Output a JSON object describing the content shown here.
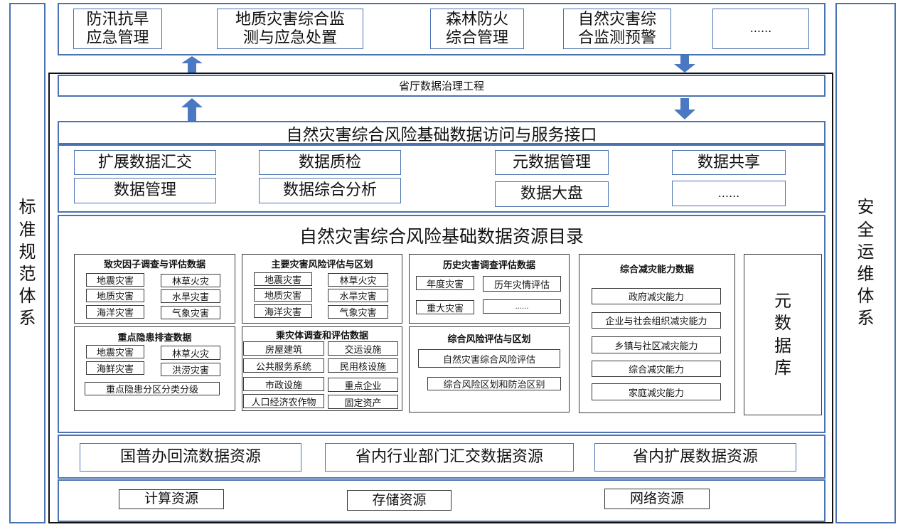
{
  "left_side": [
    "标",
    "准",
    "规",
    "范",
    "体",
    "系"
  ],
  "right_side": [
    "安",
    "全",
    "运",
    "维",
    "体",
    "系"
  ],
  "top_apps": [
    "防汛抗旱\n应急管理",
    "地质灾害综合监\n测与应急处置",
    "森林防火\n综合管理",
    "自然灾害综\n合监测预警",
    "......"
  ],
  "governance_title": "省厅数据治理工程",
  "interface_title": "自然灾害综合风险基础数据访问与服务接口",
  "functions": [
    "扩展数据汇交",
    "数据质检",
    "元数据管理",
    "数据共享",
    "数据管理",
    "数据综合分析",
    "数据大盘",
    "......"
  ],
  "catalog_title": "自然灾害综合风险基础数据资源目录",
  "groups": {
    "g1": {
      "title": "致灾因子调查与评估数据",
      "items": [
        "地震灾害",
        "林草火灾",
        "地质灾害",
        "水旱灾害",
        "海洋灾害",
        "气象灾害"
      ]
    },
    "g2": {
      "title": "主要灾害风险评估与区划",
      "items": [
        "地震灾害",
        "林草火灾",
        "地质灾害",
        "水旱灾害",
        "海洋灾害",
        "气象灾害"
      ]
    },
    "g3": {
      "title": "历史灾害调查评估数据",
      "items": [
        "年度灾害",
        "历年灾情评估",
        "重大灾害",
        "......"
      ]
    },
    "g4": {
      "title": "综合减灾能力数据",
      "items": [
        "政府减灾能力",
        "企业与社会组织减灾能力",
        "乡镇与社区减灾能力",
        "综合减灾能力",
        "家庭减灾能力"
      ]
    },
    "g5": {
      "title": "重点隐患排查数据",
      "items": [
        "地震灾害",
        "林草火灾",
        "海鲜灾害",
        "洪涝灾害",
        "重点隐患分区分类分级"
      ]
    },
    "g6": {
      "title": "乘灾体调查和评估数据",
      "items": [
        "房屋建筑",
        "交运设施",
        "公共服务系统",
        "民用核设施",
        "市政设施",
        "重点企业",
        "人口经济农作物",
        "固定资产"
      ]
    },
    "g7": {
      "title": "综合风险评估与区划",
      "items": [
        "自然灾害综合风险评估",
        "综合风险区划和防治区别"
      ]
    }
  },
  "metadata_db": [
    "元",
    "数",
    "据",
    "库"
  ],
  "resources": [
    "国普办回流数据资源",
    "省内行业部门汇交数据资源",
    "省内扩展数据资源"
  ],
  "infra": [
    "计算资源",
    "存储资源",
    "网络资源"
  ],
  "colors": {
    "border_blue": "#4a72b0",
    "arrow_blue": "#4a78c2",
    "dark_line": "#3a3a3a"
  }
}
